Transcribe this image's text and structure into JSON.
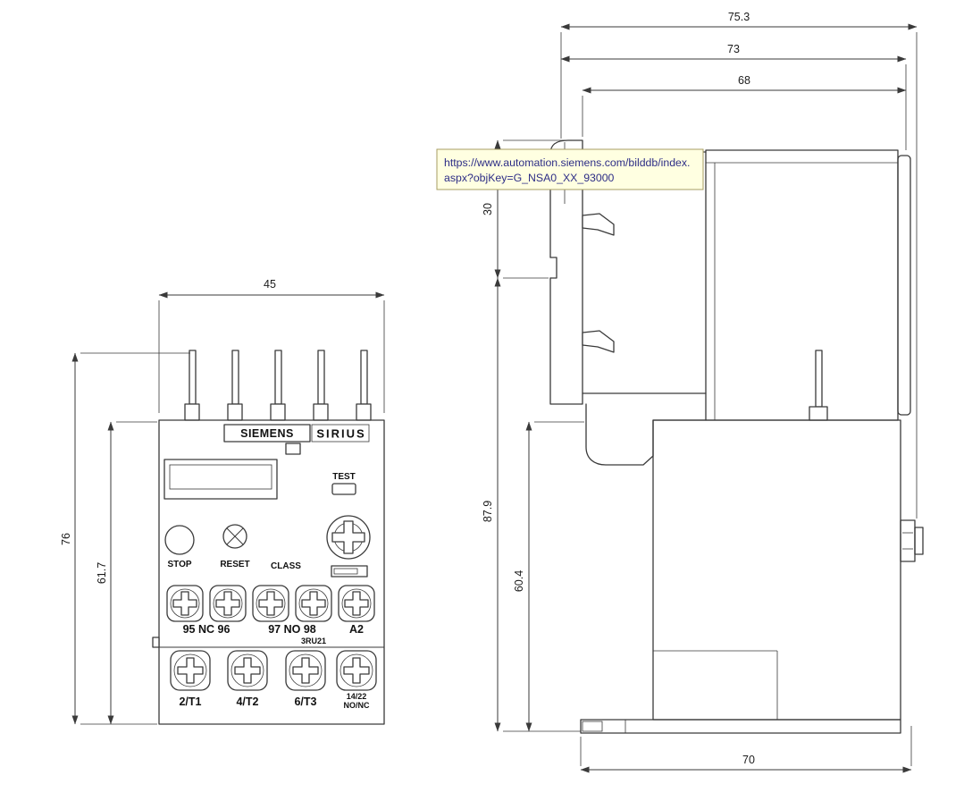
{
  "drawing": {
    "tooltip": {
      "line1": "https://www.automation.siemens.com/bilddb/index.",
      "line2": "aspx?objKey=G_NSA0_XX_93000"
    },
    "front": {
      "brand": "SIEMENS",
      "series": "SIRIUS",
      "test": "TEST",
      "stop": "STOP",
      "reset": "RESET",
      "class": "CLASS",
      "aux_terminals_left": "95 NC 96",
      "aux_terminals_mid": "97 NO 98",
      "aux_terminal_a2": "A2",
      "model": "3RU21",
      "main_terminals": [
        "2/T1",
        "4/T2",
        "6/T3"
      ],
      "aux_contact_line1": "14/22",
      "aux_contact_line2": "NO/NC"
    },
    "dims": {
      "front_width": "45",
      "front_height": "76",
      "front_body_height": "61.7",
      "depth_overall": "75.3",
      "depth_body": "73",
      "depth_device": "68",
      "top_section": "30",
      "height_overall": "87.9",
      "height_body": "60.4",
      "bottom_depth": "70"
    },
    "colors": {
      "background": "#ffffff",
      "line": "#3a3a3a",
      "tooltip_bg": "#ffffe1",
      "tooltip_border": "#a79e63",
      "tooltip_text": "#2d2d86"
    }
  }
}
